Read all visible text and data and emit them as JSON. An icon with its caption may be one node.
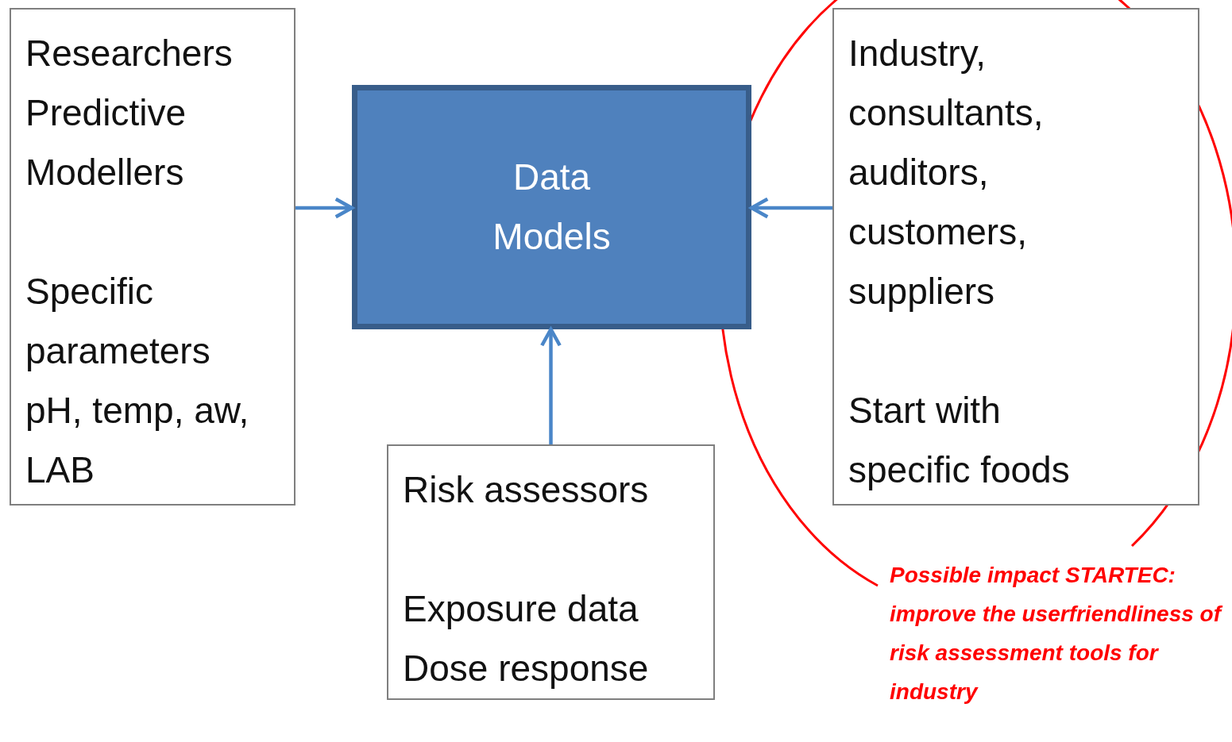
{
  "diagram": {
    "nodes": [
      {
        "text": [
          "Researchers Predictive Modellers",
          "Specific parameters pH, temp, aw, LAB"
        ]
      },
      {
        "text": [
          "Data Models"
        ]
      },
      {
        "text": [
          "Industry, consultants, auditors, customers, suppliers",
          "Start with specific foods"
        ]
      },
      {
        "text": [
          "Risk assessors",
          "Exposure data Dose response"
        ]
      }
    ],
    "edges": [
      {
        "from": 0,
        "to": 1,
        "arrow": "to"
      },
      {
        "from": 2,
        "to": 1,
        "arrow": "to"
      },
      {
        "from": 3,
        "to": 1,
        "arrow": "to"
      }
    ],
    "labels": [
      "Possible impact STARTEC: improve the userfriendliness of risk assessment tools  for industry"
    ]
  }
}
